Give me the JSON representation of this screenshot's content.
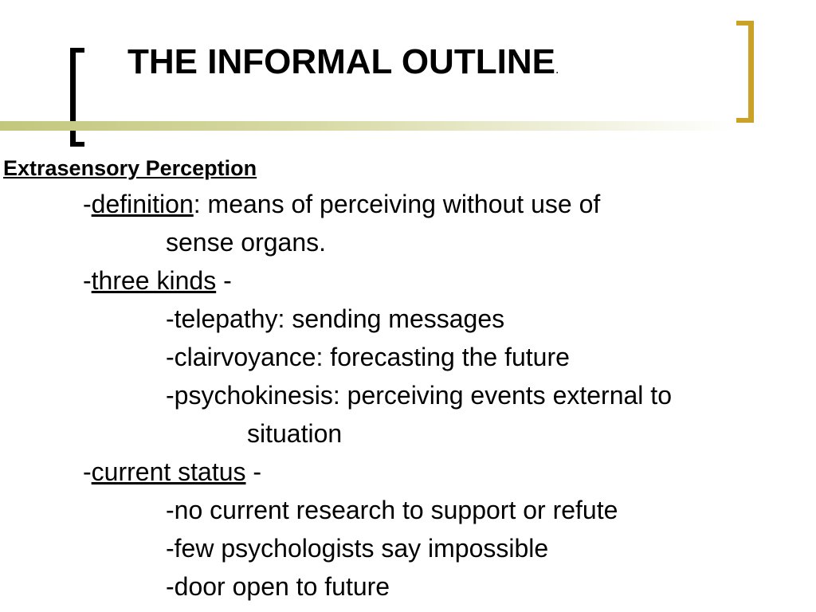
{
  "slide": {
    "title": "THE INFORMAL OUTLINE",
    "title_suffix": ".",
    "heading": "Extrasensory Perception",
    "definition": {
      "prefix": "-",
      "term": "definition",
      "text": ": means of perceiving without use of",
      "continuation": "sense organs."
    },
    "three_kinds": {
      "prefix": "-",
      "term": "three kinds",
      "suffix": " -",
      "items": [
        "-telepathy: sending messages",
        "-clairvoyance: forecasting the future",
        "-psychokinesis: perceiving events external to"
      ],
      "item_continuation": "situation"
    },
    "current_status": {
      "prefix": "-",
      "term": "current status",
      "suffix": " -",
      "items": [
        "-no current research to support or refute",
        "-few psychologists say impossible",
        "-door open to future"
      ]
    }
  },
  "colors": {
    "left_bracket": "#000000",
    "right_bracket": "#c9a227",
    "rule_start": "#c3c77c"
  }
}
